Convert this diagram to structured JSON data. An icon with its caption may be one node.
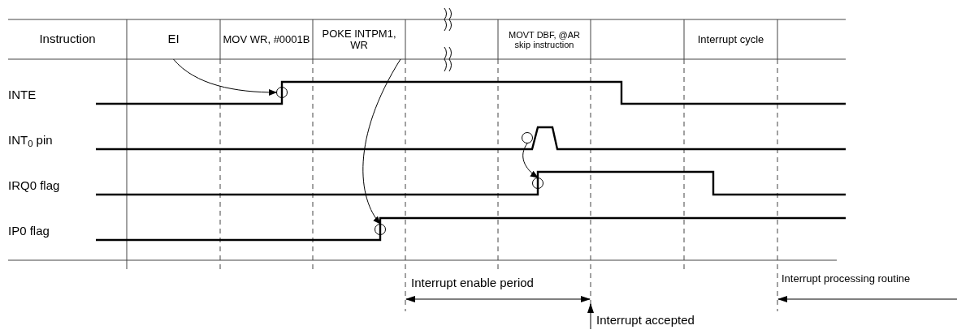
{
  "diagram": {
    "nodes": [
      {
        "text": [
          "Instruction"
        ]
      },
      {
        "text": [
          "EI"
        ]
      },
      {
        "text": [
          "MOV WR, #0001B"
        ]
      },
      {
        "text": [
          "POKE INTPM1, WR"
        ]
      },
      {
        "text": [
          "MOVT DBF, @AR skip instruction"
        ]
      },
      {
        "text": [
          "Interrupt cycle"
        ]
      },
      {
        "text": [],
        "shape": "circle"
      },
      {
        "text": [],
        "shape": "circle"
      },
      {
        "text": [],
        "shape": "circle"
      },
      {
        "text": [],
        "shape": "circle"
      }
    ],
    "edges": [
      {
        "from": 1,
        "to": 6,
        "arrow": "to"
      },
      {
        "from": 3,
        "to": 9,
        "arrow": "to"
      },
      {
        "from": 7,
        "to": 8,
        "arrow": "to"
      }
    ],
    "labels": [
      "INTE",
      "INT$_{0}$ pin",
      "IRQ0 flag",
      "IP0 flag",
      "Interrupt enable period",
      "Interrupt accepted",
      "Interrupt processing routine"
    ]
  }
}
